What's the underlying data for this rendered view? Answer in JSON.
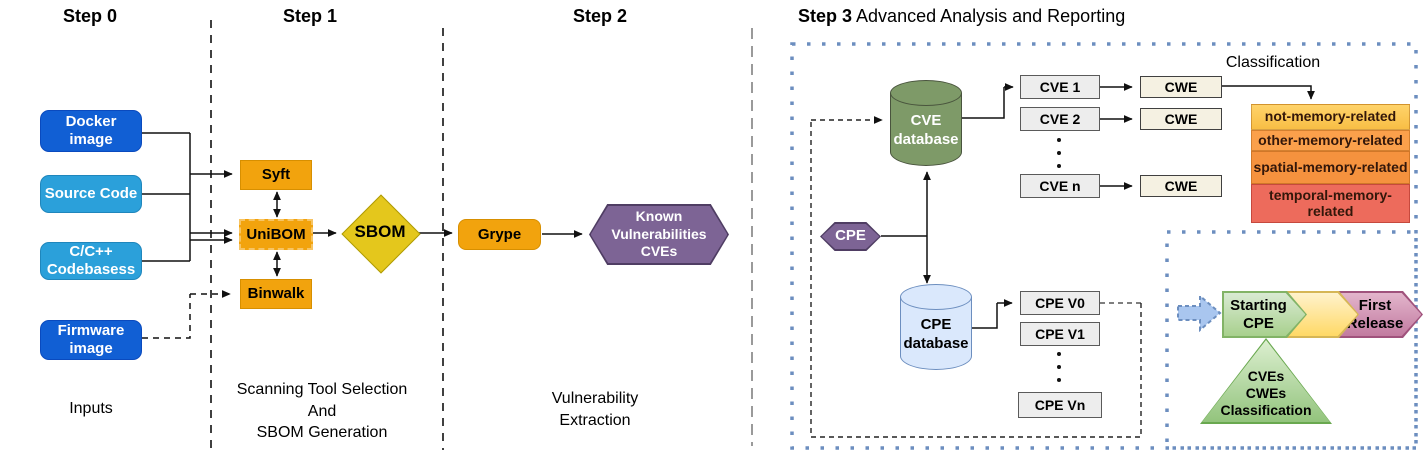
{
  "header": {
    "step0": "Step 0",
    "step1": "Step 1",
    "step2": "Step 2",
    "step3": "Step 3",
    "step3_subtitle": " Advanced Analysis and Reporting"
  },
  "captions": {
    "inputs": "Inputs",
    "step1": "Scanning Tool Selection\nAnd\nSBOM Generation",
    "step2": "Vulnerability\nExtraction"
  },
  "inputs": {
    "docker": "Docker\nimage",
    "source_code": "Source Code",
    "cpp": "C/C++\nCodebasess",
    "firmware": "Firmware\nimage"
  },
  "tools": {
    "syft": "Syft",
    "unibom": "UniBOM",
    "binwalk": "Binwalk",
    "grype": "Grype"
  },
  "artifacts": {
    "sbom": "SBOM",
    "known_vulns": "Known\nVulnerabilities\nCVEs"
  },
  "step3": {
    "cve_db": "CVE\ndatabase",
    "cpe_db": "CPE\ndatabase",
    "cpe": "CPE",
    "cve_items": [
      "CVE 1",
      "CVE 2",
      "CVE n"
    ],
    "cwe": "CWE",
    "cpe_versions": [
      "CPE V0",
      "CPE V1",
      "CPE Vn"
    ],
    "classification_label": "Classification",
    "bands": [
      "not-memory-related",
      "other-memory-related",
      "spatial-memory-related",
      "temporal-memory-related"
    ],
    "timeline": {
      "start": "Starting\nCPE",
      "end": "First\nRelease"
    },
    "triangle": "CVEs\nCWEs\nClassification"
  },
  "colors": {
    "docker_blue": "#115FD4",
    "sky_blue": "#2BA0DA",
    "tool_orange": "#F2A30D",
    "sbom_yellow": "#E4C71C",
    "hex_purple": "#7D6495",
    "cve_db_green": "#7E9A68",
    "cpe_db_blue": "#DAE8FC",
    "list_gray": "#EDEDED",
    "cwe_cream": "#F5F1E2",
    "band_not_memory": "#FBC754",
    "band_other_memory": "#FBA04B",
    "band_spatial_memory": "#F5923E",
    "band_temporal_memory": "#ED6B5C",
    "chevron_green": "#A8D08D",
    "chevron_yellow": "#FFD966",
    "chevron_pink": "#C27BA0",
    "dotted_frame_blue": "#6C8EBF"
  }
}
